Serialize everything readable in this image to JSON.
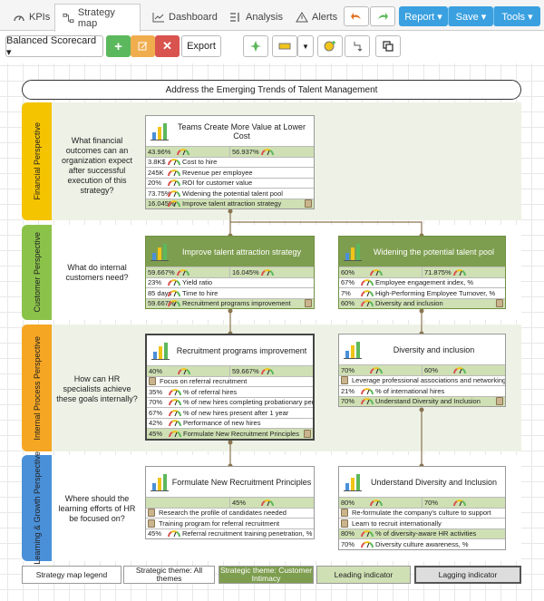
{
  "tabs": [
    {
      "label": "KPIs",
      "icon": "gauge-icon"
    },
    {
      "label": "Strategy map",
      "icon": "strategy-map-icon"
    },
    {
      "label": "Dashboard",
      "icon": "dashboard-icon"
    },
    {
      "label": "Analysis",
      "icon": "analysis-icon"
    },
    {
      "label": "Alerts",
      "icon": "alert-icon"
    }
  ],
  "top_actions": {
    "report": "Report ▾",
    "save": "Save ▾",
    "tools": "Tools ▾"
  },
  "toolbar": {
    "scorecard": "Balanced Scorecard ▾",
    "export": "Export"
  },
  "map": {
    "title": "Address the Emerging Trends of Talent Management",
    "perspectives": [
      {
        "label": "Financial Perspective",
        "question": "What financial outcomes can an organization expect after successful execution of this strategy?",
        "color": "#f5c400"
      },
      {
        "label": "Customer Perspective",
        "question": "What do internal customers need?",
        "color": "#8bc34a"
      },
      {
        "label": "Internal Process Perspective",
        "question": "How can HR specialists achieve these goals internally?",
        "color": "#f5a623"
      },
      {
        "label": "Learning & Growth Perspective",
        "question": "Where should the learning efforts of HR be focused on?",
        "color": "#4a90d9"
      }
    ],
    "cards": {
      "teams": {
        "title": "Teams Create More Value at Lower Cost",
        "split": [
          "43.96%",
          "56.937%"
        ],
        "rows": [
          [
            "3.8K$",
            "Cost to hire"
          ],
          [
            "245K",
            "Revenue per employee"
          ],
          [
            "20%",
            "ROI for customer value"
          ],
          [
            "73.75%",
            "Widening the potential talent pool"
          ],
          [
            "16.045%",
            "Improve talent attraction strategy"
          ]
        ]
      },
      "attraction": {
        "title": "Improve talent attraction strategy",
        "split": [
          "59.667%",
          "16.045%"
        ],
        "rows": [
          [
            "23%",
            "Yield ratio"
          ],
          [
            "85 days",
            "Time to hire"
          ],
          [
            "59.667%",
            "Recruitment programs improvement"
          ]
        ]
      },
      "widening": {
        "title": "Widening the potential talent pool",
        "split": [
          "60%",
          "71.875%"
        ],
        "rows": [
          [
            "67%",
            "Employee engagement index, %"
          ],
          [
            "7%",
            "High-Performing Employee Turnover, %"
          ],
          [
            "60%",
            "Diversity and inclusion"
          ]
        ]
      },
      "recruitment": {
        "title": "Recruitment programs improvement",
        "split": [
          "40%",
          "59.667%"
        ],
        "rows": [
          [
            "",
            "Focus on referral recruitment"
          ],
          [
            "35%",
            "% of referral hires"
          ],
          [
            "70%",
            "% of new hires completing probationary period"
          ],
          [
            "67%",
            "% of new hires present after 1 year"
          ],
          [
            "42%",
            "Performance of new hires"
          ],
          [
            "45%",
            "Formulate New Recruitment Principles"
          ]
        ]
      },
      "diversity": {
        "title": "Diversity and inclusion",
        "split": [
          "70%",
          "60%"
        ],
        "rows": [
          [
            "",
            "Leverage professional associations and networking"
          ],
          [
            "21%",
            "% of international hires"
          ],
          [
            "70%",
            "Understand Diversity and Inclusion"
          ]
        ]
      },
      "principles": {
        "title": "Formulate New Recruitment Principles",
        "split": [
          "",
          "45%"
        ],
        "rows": [
          [
            "",
            "Research the profile of candidates needed"
          ],
          [
            "",
            "Training program for referral recruitment"
          ],
          [
            "45%",
            "Referral recruitment training penetration, %"
          ]
        ]
      },
      "understand": {
        "title": "Understand Diversity and Inclusion",
        "split": [
          "80%",
          "70%"
        ],
        "rows": [
          [
            "",
            "Re-formulate the company's culture to support"
          ],
          [
            "",
            "Learn to recruit internationally"
          ],
          [
            "80%",
            "% of diversity-aware HR activities"
          ],
          [
            "70%",
            "Diversity culture awareness, %"
          ]
        ]
      }
    },
    "legend": [
      "Strategy map legend",
      "Strategic theme: All themes",
      "Strategic theme: Customer Intimacy",
      "Leading indicator",
      "Lagging indicator"
    ]
  },
  "colors": {
    "accent_blue": "#3aa0e0",
    "add_green": "#5cb85c",
    "edit_orange": "#f0ad4e",
    "delete_red": "#d9534f",
    "theme_green": "#7e9e4f"
  }
}
